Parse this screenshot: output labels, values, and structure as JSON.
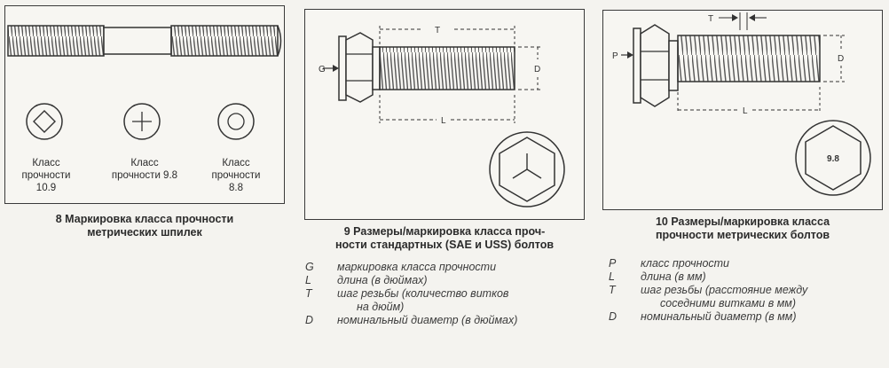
{
  "fig8": {
    "caption": [
      "8 Маркировка класса прочности",
      "метрических шпилек"
    ],
    "classes": [
      {
        "lines": [
          "Класс",
          "прочности",
          "10.9"
        ]
      },
      {
        "lines": [
          "Класс",
          "прочности 9.8"
        ]
      },
      {
        "lines": [
          "Класс",
          "прочности",
          "8.8"
        ]
      }
    ]
  },
  "fig9": {
    "dims": {
      "g": "G",
      "t": "T",
      "d": "D",
      "l": "L"
    },
    "caption": [
      "9 Размеры/маркировка класса проч-",
      "ности стандартных (SAE и USS) болтов"
    ],
    "legend": [
      {
        "key": "G",
        "lines": [
          "маркировка класса прочности"
        ]
      },
      {
        "key": "L",
        "lines": [
          "длина (в дюймах)"
        ]
      },
      {
        "key": "T",
        "lines": [
          "шаг резьбы (количество   витков",
          "на дюйм)"
        ]
      },
      {
        "key": "D",
        "lines": [
          "номинальный диаметр (в дюймах)"
        ]
      }
    ]
  },
  "fig10": {
    "dims": {
      "p": "P",
      "t": "T",
      "d": "D",
      "l": "L"
    },
    "head_mark": "9.8",
    "caption": [
      "10 Размеры/маркировка класса",
      "прочности метрических болтов"
    ],
    "legend": [
      {
        "key": "P",
        "lines": [
          "класс прочности"
        ]
      },
      {
        "key": "L",
        "lines": [
          "длина (в мм)"
        ]
      },
      {
        "key": "T",
        "lines": [
          "шаг резьбы (расстояние между",
          "соседними витками в мм)"
        ]
      },
      {
        "key": "D",
        "lines": [
          "номинальный диаметр (в мм)"
        ]
      }
    ]
  }
}
